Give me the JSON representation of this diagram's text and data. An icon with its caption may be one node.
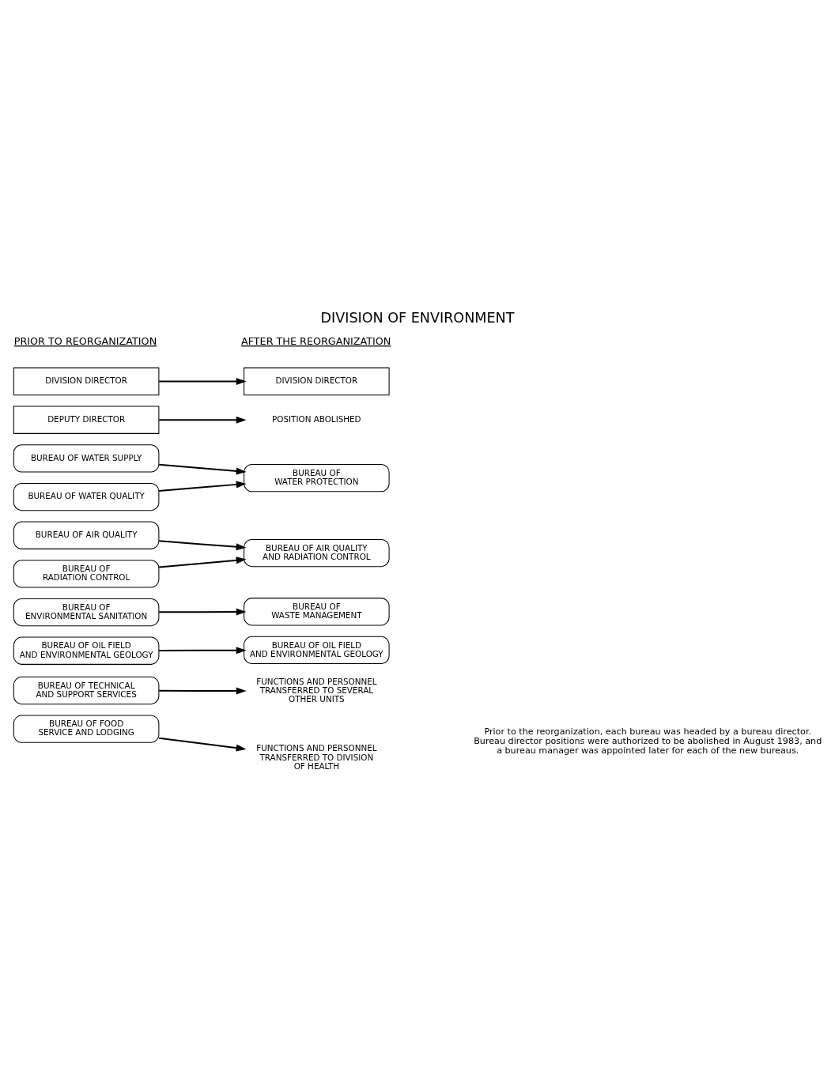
{
  "diagram": {
    "title": "DIVISION OF ENVIRONMENT",
    "caption": "Prior to the reorganization, each bureau was headed by a bureau director. Bureau director positions were authorized to be abolished in August 1983, and a bureau manager was appointed later for each of the new bureaus.",
    "nodes": [
      {
        "text": [
          "DIVISION DIRECTOR"
        ]
      },
      {
        "text": [
          "DEPUTY DIRECTOR"
        ]
      },
      {
        "text": [
          "BUREAU OF WATER SUPPLY"
        ]
      },
      {
        "text": [
          "BUREAU OF WATER QUALITY"
        ]
      },
      {
        "text": [
          "BUREAU OF AIR QUALITY"
        ]
      },
      {
        "text": [
          "BUREAU OF RADIATION CONTROL"
        ]
      },
      {
        "text": [
          "BUREAU OF ENVIRONMENTAL SANITATION"
        ]
      },
      {
        "text": [
          "BUREAU OF OIL FIELD AND ENVIRONMENTAL GEOLOGY"
        ]
      },
      {
        "text": [
          "BUREAU OF TECHNICAL AND SUPPORT SERVICES"
        ]
      },
      {
        "text": [
          "BUREAU OF FOOD SERVICE AND LODGING"
        ]
      },
      {
        "text": [
          "DIVISION DIRECTOR"
        ]
      },
      {
        "text": [
          "POSITION ABOLISHED"
        ]
      },
      {
        "text": [
          "BUREAU OF WATER PROTECTION"
        ]
      },
      {
        "text": [
          "BUREAU OF AIR QUALITY AND RADIATION CONTROL"
        ]
      },
      {
        "text": [
          "BUREAU OF WASTE MANAGEMENT"
        ]
      },
      {
        "text": [
          "BUREAU OF OIL FIELD AND ENVIRONMENTAL GEOLOGY"
        ]
      },
      {
        "text": [
          "FUNCTIONS AND PERSONNEL TRANSFERRED TO SEVERAL OTHER UNITS"
        ]
      },
      {
        "text": [
          "FUNCTIONS AND PERSONNEL TRANSFERRED TO DIVISION OF HEALTH"
        ]
      }
    ],
    "edges": [
      {
        "from": 0,
        "to": 10,
        "arrow": "to"
      },
      {
        "from": 1,
        "to": 11,
        "arrow": "to"
      },
      {
        "from": 2,
        "to": 12,
        "arrow": "to"
      },
      {
        "from": 3,
        "to": 12,
        "arrow": "to"
      },
      {
        "from": 4,
        "to": 13,
        "arrow": "to"
      },
      {
        "from": 5,
        "to": 13,
        "arrow": "to"
      },
      {
        "from": 6,
        "to": 14,
        "arrow": "to"
      },
      {
        "from": 7,
        "to": 15,
        "arrow": "to"
      },
      {
        "from": 8,
        "to": 16,
        "arrow": "to"
      },
      {
        "from": 9,
        "to": 17,
        "arrow": "to"
      }
    ],
    "labels": [
      "PRIOR TO REORGANIZATION",
      "AFTER THE REORGANIZATION"
    ]
  }
}
